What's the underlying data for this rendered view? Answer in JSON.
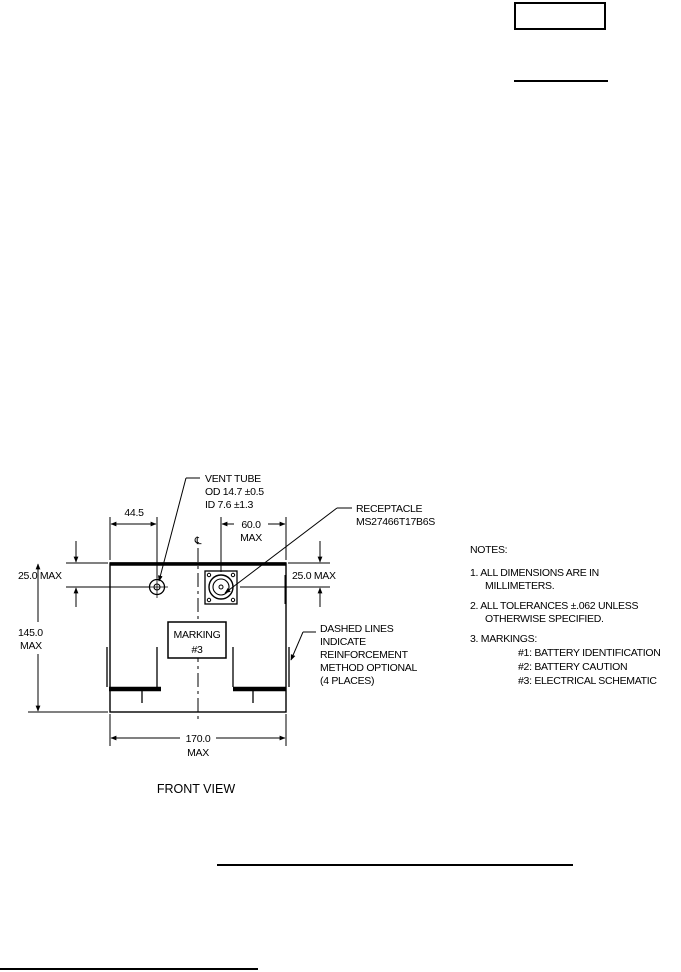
{
  "drawing": {
    "vent_tube": {
      "label": "VENT TUBE",
      "od": "OD 14.7 ±0.5",
      "id": "ID 7.6 ±1.3"
    },
    "receptacle": {
      "label": "RECEPTACLE",
      "part": "MS27466T17B6S"
    },
    "dimensions": {
      "left_offset": "44.5",
      "receptacle_offset": "60.0",
      "receptacle_offset_max": "MAX",
      "top_left": "25.0 MAX",
      "top_right": "25.0 MAX",
      "height": "145.0",
      "height_max": "MAX",
      "width": "170.0",
      "width_max": "MAX"
    },
    "centerline_symbol": "℄",
    "marking_box": {
      "line1": "MARKING",
      "line2": "#3"
    },
    "dashed_note": [
      "DASHED LINES",
      "INDICATE",
      "REINFORCEMENT",
      "METHOD OPTIONAL",
      "(4 PLACES)"
    ],
    "view_caption": "FRONT VIEW"
  },
  "notes": {
    "title": "NOTES:",
    "items": [
      "1.  ALL DIMENSIONS ARE IN",
      "MILLIMETERS.",
      "2.  ALL TOLERANCES ±.062 UNLESS",
      "OTHERWISE SPECIFIED.",
      "3.  MARKINGS:",
      "#1:  BATTERY IDENTIFICATION",
      "#2:  BATTERY CAUTION",
      "#3:  ELECTRICAL SCHEMATIC"
    ]
  }
}
